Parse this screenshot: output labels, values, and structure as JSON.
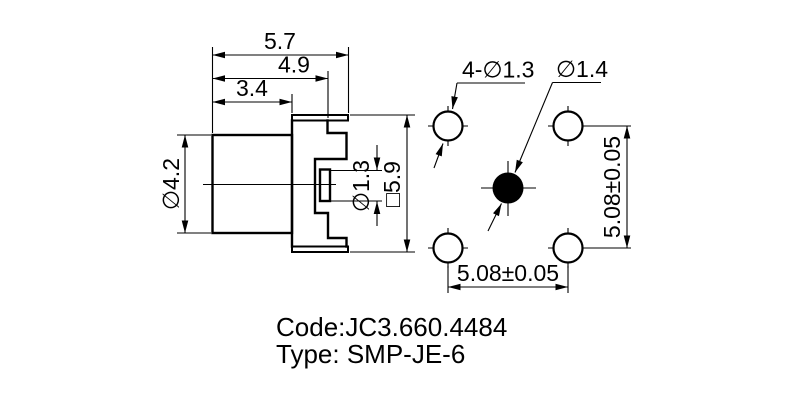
{
  "colors": {
    "line": "#000000",
    "background": "#ffffff"
  },
  "side_view": {
    "dim_total_width": "5.7",
    "dim_flange_width": "4.9",
    "dim_body_width": "3.4",
    "dim_body_diameter": "∅4.2",
    "dim_socket_bore": "∅1.3",
    "dim_flange_square": "□5.9"
  },
  "footprint": {
    "holes_label": "4-∅1.3",
    "center_pad_label": "∅1.4",
    "pitch_horizontal": "5.08±0.05",
    "pitch_vertical": "5.08±0.05"
  },
  "title_block": {
    "code_line": "Code:JC3.660.4484",
    "type_line": "Type: SMP-JE-6"
  }
}
